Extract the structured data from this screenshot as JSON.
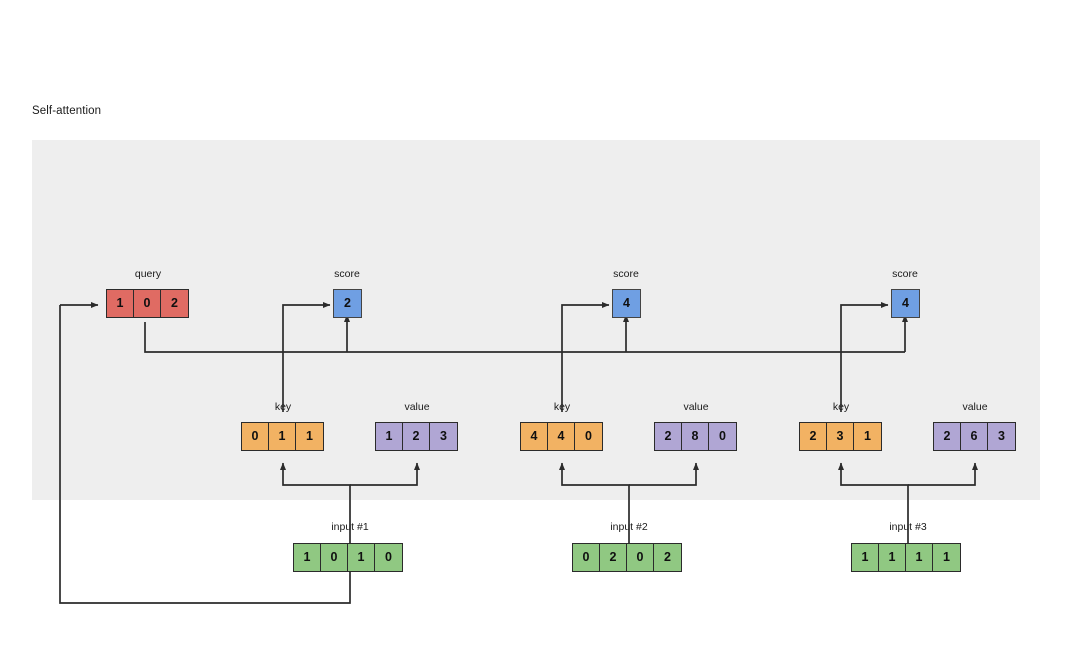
{
  "diagram": {
    "title": "Self-attention",
    "panel_color": "#eeeeee",
    "colors": {
      "query": "#e06b63",
      "key": "#f2b263",
      "value": "#b0a6d4",
      "input": "#90c882",
      "score": "#6f9fe3",
      "stroke": "#2b2b2b"
    },
    "labels": {
      "query": "query",
      "key": "key",
      "value": "value",
      "score": "score",
      "input1": "input #1",
      "input2": "input #2",
      "input3": "input #3"
    },
    "query": {
      "label": "query",
      "values": [
        "1",
        "0",
        "2"
      ]
    },
    "groups": [
      {
        "index": 1,
        "input_label": "input #1",
        "input": [
          "1",
          "0",
          "1",
          "0"
        ],
        "key_label": "key",
        "key": [
          "0",
          "1",
          "1"
        ],
        "value_label": "value",
        "value": [
          "1",
          "2",
          "3"
        ],
        "score_label": "score",
        "score": "2"
      },
      {
        "index": 2,
        "input_label": "input #2",
        "input": [
          "0",
          "2",
          "0",
          "2"
        ],
        "key_label": "key",
        "key": [
          "4",
          "4",
          "0"
        ],
        "value_label": "value",
        "value": [
          "2",
          "8",
          "0"
        ],
        "score_label": "score",
        "score": "4"
      },
      {
        "index": 3,
        "input_label": "input #3",
        "input": [
          "1",
          "1",
          "1",
          "1"
        ],
        "key_label": "key",
        "key": [
          "2",
          "3",
          "1"
        ],
        "value_label": "value",
        "value": [
          "2",
          "6",
          "3"
        ],
        "score_label": "score",
        "score": "4"
      }
    ]
  }
}
